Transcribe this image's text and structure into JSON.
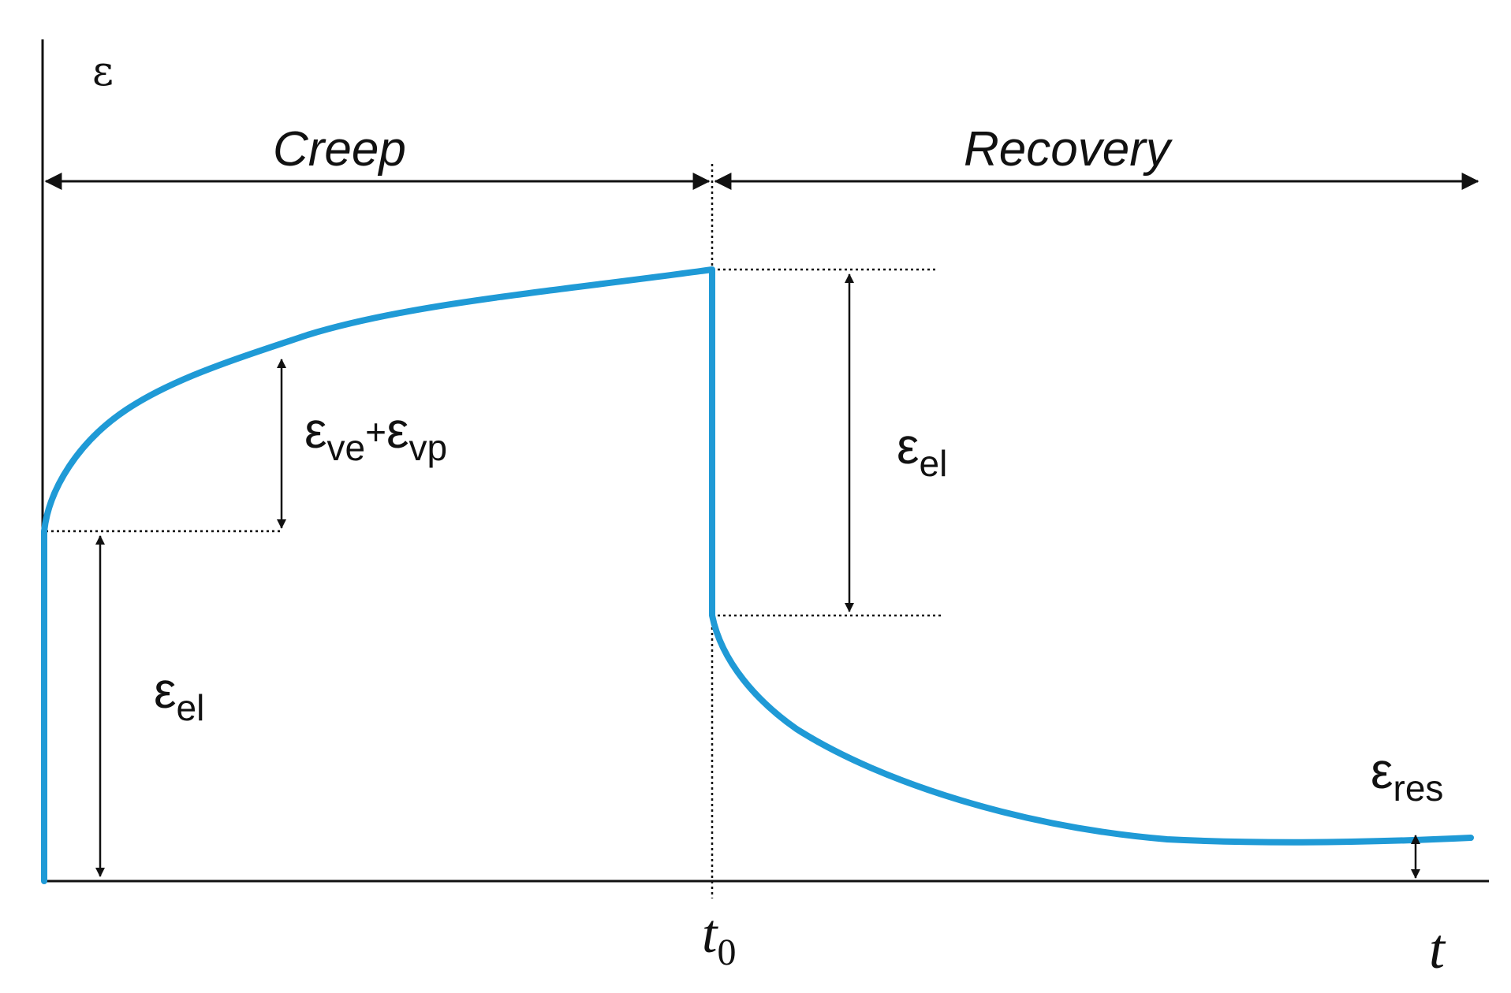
{
  "axes": {
    "y_label": "ε",
    "x_label": "t",
    "x_mark_base": "t",
    "x_mark_sub": "0"
  },
  "phases": {
    "creep": "Creep",
    "recovery": "Recovery"
  },
  "annotations": {
    "eps_el_creep": {
      "base": "ε",
      "sub": "el"
    },
    "eps_ve_vp": {
      "base1": "ε",
      "sub1": "ve",
      "plus": "+",
      "base2": "ε",
      "sub2": "vp"
    },
    "eps_el_recovery": {
      "base": "ε",
      "sub": "el"
    },
    "eps_res": {
      "base": "ε",
      "sub": "res"
    }
  },
  "colors": {
    "curve": "#1f9ad6",
    "ink": "#111111"
  }
}
